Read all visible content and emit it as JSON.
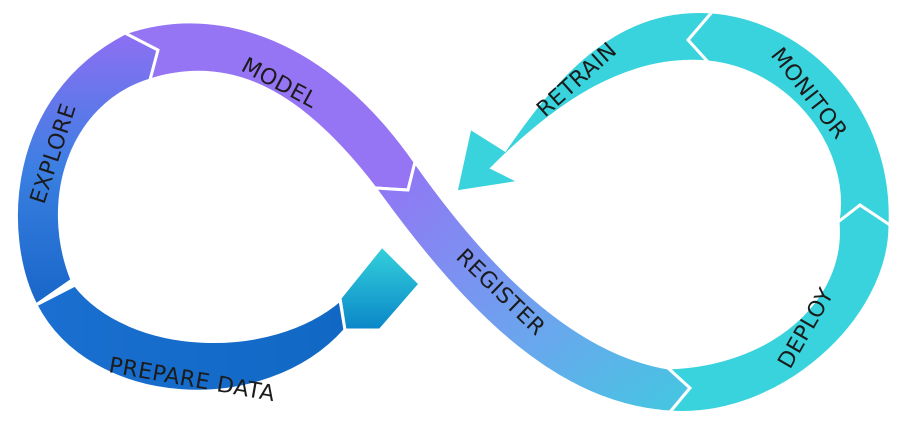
{
  "diagram": {
    "stages": [
      {
        "id": "explore",
        "label": "EXPLORE"
      },
      {
        "id": "model",
        "label": "MODEL"
      },
      {
        "id": "register",
        "label": "REGISTER"
      },
      {
        "id": "deploy",
        "label": "DEPLOY"
      },
      {
        "id": "monitor",
        "label": "MONITOR"
      },
      {
        "id": "retrain",
        "label": "RETRAIN"
      },
      {
        "id": "prepare_data",
        "label": "PREPARE DATA"
      }
    ],
    "colors": {
      "blue": "#1b6fd0",
      "purple": "#9673f5",
      "cyan": "#38d0da"
    }
  }
}
